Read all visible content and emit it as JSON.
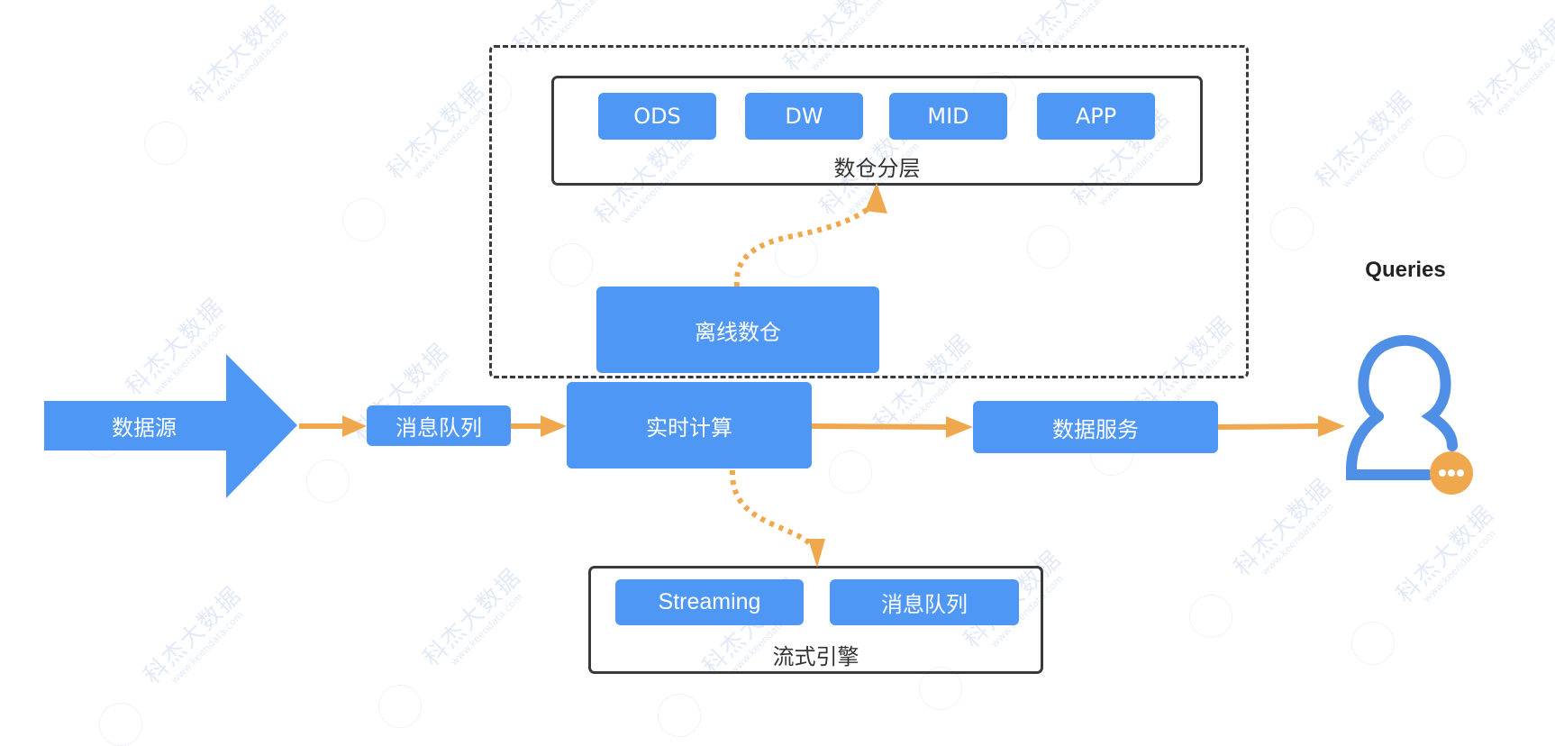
{
  "diagram": {
    "source": {
      "label": "数据源"
    },
    "message_queue": {
      "label": "消息队列"
    },
    "realtime_compute": {
      "label": "实时计算"
    },
    "offline_warehouse": {
      "label": "离线数仓"
    },
    "data_service": {
      "label": "数据服务"
    },
    "warehouse_layers": {
      "label": "数仓分层",
      "layers": [
        "ODS",
        "DW",
        "MID",
        "APP"
      ]
    },
    "stream_engine": {
      "label": "流式引擎",
      "items": [
        "Streaming",
        "消息队列"
      ]
    },
    "consumer": {
      "label": "Queries",
      "icon": "user-chat-icon"
    },
    "caption": "",
    "watermark": {
      "text": "科杰大数据",
      "url": "www.keendata.com"
    },
    "colors": {
      "node_blue": "#4f97f5",
      "arrow_orange": "#f0a84e",
      "border_dark": "#3a3a3a"
    }
  }
}
